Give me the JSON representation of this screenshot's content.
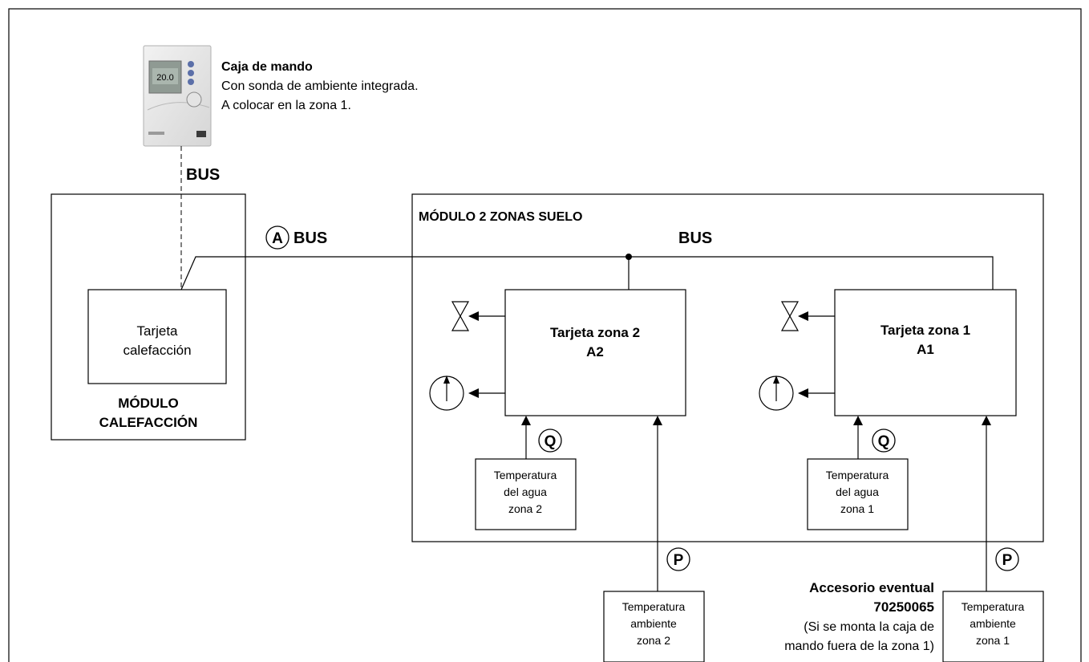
{
  "control_box": {
    "title": "Caja de mando",
    "line1": "Con sonda de ambiente integrada.",
    "line2": "A colocar en la zona 1.",
    "display": "20.0"
  },
  "bus_top_label": "BUS",
  "heating_module": {
    "card_line1": "Tarjeta",
    "card_line2": "calefacción",
    "label_line1": "MÓDULO",
    "label_line2": "CALEFACCIÓN"
  },
  "bus_a": {
    "marker": "A",
    "label": "BUS"
  },
  "floor_module": {
    "title": "MÓDULO 2 ZONAS SUELO",
    "bus_label": "BUS",
    "zone2": {
      "card_line1": "Tarjeta zona 2",
      "card_line2": "A2",
      "water_marker": "Q",
      "water_line1": "Temperatura",
      "water_line2": "del agua",
      "water_line3": "zona 2"
    },
    "zone1": {
      "card_line1": "Tarjeta zona 1",
      "card_line2": "A1",
      "water_marker": "Q",
      "water_line1": "Temperatura",
      "water_line2": "del agua",
      "water_line3": "zona 1"
    }
  },
  "ambient": {
    "zone2": {
      "marker": "P",
      "line1": "Temperatura",
      "line2": "ambiente",
      "line3": "zona 2"
    },
    "zone1": {
      "marker": "P",
      "line1": "Temperatura",
      "line2": "ambiente",
      "line3": "zona 1"
    }
  },
  "accessory": {
    "line1": "Accesorio eventual",
    "line2": "70250065",
    "line3": "(Si se monta la caja de",
    "line4": "mando fuera de la zona 1)"
  }
}
